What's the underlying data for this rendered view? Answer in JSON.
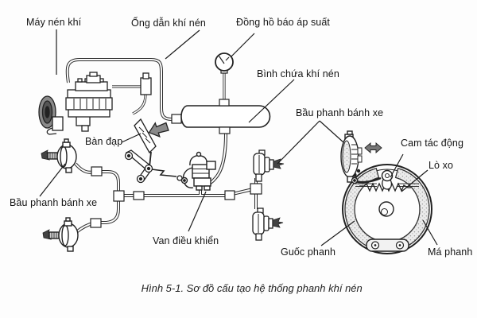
{
  "figure": {
    "caption": "Hình 5-1. Sơ đồ cấu tạo hệ thống phanh khí nén",
    "labels": {
      "may_nen_khi": "Máy nén khí",
      "ong_dan_khi_nen": "Ống dẫn khí nén",
      "dong_ho_bao_ap_suat": "Đồng hồ báo áp suất",
      "binh_chua_khi_nen": "Bình chứa khí nén",
      "bau_phanh_banh_xe_phai": "Bầu phanh bánh xe",
      "cam_tac_dong": "Cam tác động",
      "lo_xo": "Lò xo",
      "ban_dap": "Bàn đạp",
      "bau_phanh_banh_xe_trai": "Bầu phanh bánh xe",
      "van_dieu_khien": "Van điều khiển",
      "guoc_phanh": "Guốc phanh",
      "ma_phanh": "Má phanh"
    },
    "colors": {
      "ink": "#2b2b2b",
      "background": "#fdfdfd",
      "shade": "#8a8a8a"
    }
  }
}
